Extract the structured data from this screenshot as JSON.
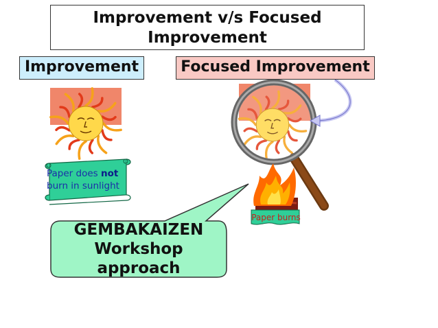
{
  "title_line1": "Improvement v/s Focused",
  "title_line2": "Improvement",
  "left_label": "Improvement",
  "right_label": "Focused Improvement",
  "scroll": {
    "pre": "Paper does ",
    "bold": "not",
    "line2": "burn in sunlight"
  },
  "burn_caption": "Paper burns",
  "callout": {
    "line1": "GEMBAKAIZEN",
    "line2": "Workshop",
    "line3": "approach"
  },
  "colors": {
    "left_label_bg": "#cdeefc",
    "right_label_bg": "#f9c9c4",
    "scroll_fill": "#2fcf98",
    "callout_fill": "#9ff5c6",
    "sun_bg": "#f0866a",
    "sun_face": "#ffd84a"
  }
}
